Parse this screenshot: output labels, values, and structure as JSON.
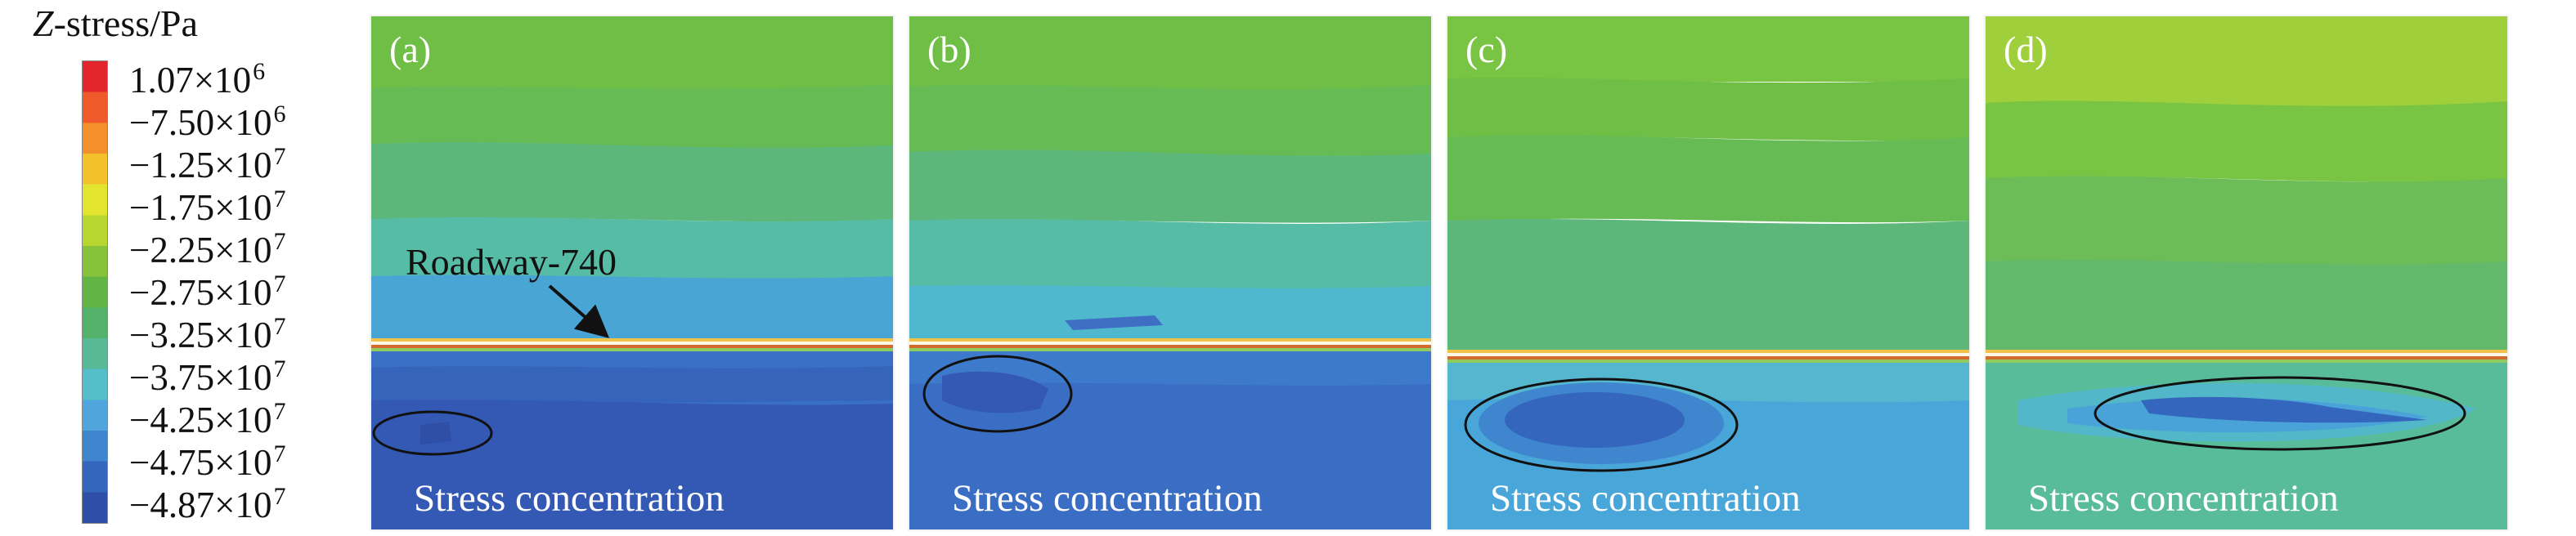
{
  "legend": {
    "title_var": "Z",
    "title_rest": "-stress/Pa",
    "ticks": [
      {
        "mantissa": "1.07×10",
        "exp": "6"
      },
      {
        "mantissa": "−7.50×10",
        "exp": "6"
      },
      {
        "mantissa": "−1.25×10",
        "exp": "7"
      },
      {
        "mantissa": "−1.75×10",
        "exp": "7"
      },
      {
        "mantissa": "−2.25×10",
        "exp": "7"
      },
      {
        "mantissa": "−2.75×10",
        "exp": "7"
      },
      {
        "mantissa": "−3.25×10",
        "exp": "7"
      },
      {
        "mantissa": "−3.75×10",
        "exp": "7"
      },
      {
        "mantissa": "−4.25×10",
        "exp": "7"
      },
      {
        "mantissa": "−4.75×10",
        "exp": "7"
      },
      {
        "mantissa": "−4.87×10",
        "exp": "7"
      }
    ],
    "colors": [
      "#e3262c",
      "#ef5a2a",
      "#f4902b",
      "#f3c22a",
      "#e2e42e",
      "#b7d730",
      "#86c33a",
      "#62b544",
      "#55b26a",
      "#57b996",
      "#55bdc7",
      "#4fa5dc",
      "#3f86cf",
      "#3466bd",
      "#2f4ea7"
    ]
  },
  "panels": [
    {
      "label": "(a)",
      "caption": "Stress concentration"
    },
    {
      "label": "(b)",
      "caption": "Stress concentration"
    },
    {
      "label": "(c)",
      "caption": "Stress concentration"
    },
    {
      "label": "(d)",
      "caption": "Stress concentration"
    }
  ],
  "annotation": {
    "roadway_label": "Roadway-740"
  }
}
